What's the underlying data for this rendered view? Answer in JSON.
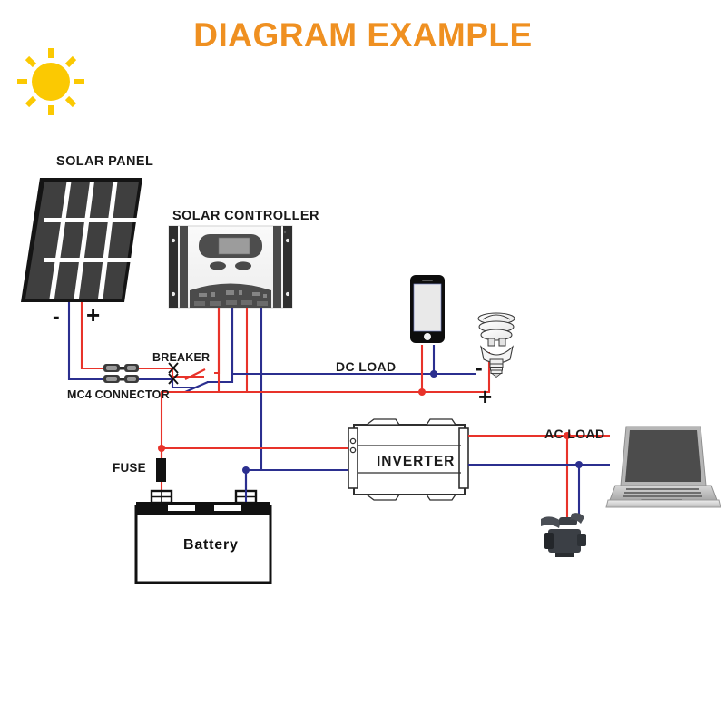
{
  "page": {
    "title": "DIAGRAM EXAMPLE",
    "title_color": "#ef9021",
    "background": "#ffffff"
  },
  "icons": {
    "sun": {
      "name": "sun-icon",
      "color": "#facc15",
      "rays": 8
    }
  },
  "components": [
    {
      "id": "solar-panel",
      "label": "SOLAR PANEL",
      "type": "pv-module",
      "cells_cols": 4,
      "cells_rows": 3,
      "body_color": "#3d3d3d",
      "frame_color": "#111111"
    },
    {
      "id": "solar-controller",
      "label": "SOLAR CONTROLLER",
      "type": "charge-controller",
      "body_color": "#f2f2f2",
      "rail_color": "#3b3b3b",
      "screen_color": "#9a9a9a"
    },
    {
      "id": "breaker",
      "label": "BREAKER",
      "type": "circuit-breaker"
    },
    {
      "id": "mc4",
      "label": "MC4 CONNECTOR",
      "type": "connector-pair"
    },
    {
      "id": "fuse",
      "label": "FUSE",
      "type": "inline-fuse",
      "body_color": "#111111"
    },
    {
      "id": "battery",
      "label": "Battery",
      "type": "lead-acid-battery",
      "body_color": "#ffffff",
      "top_color": "#111111"
    },
    {
      "id": "inverter",
      "label": "INVERTER",
      "type": "dc-ac-inverter",
      "body_color": "#ffffff"
    },
    {
      "id": "dc-load",
      "label": "DC LOAD",
      "type": "load-bus"
    },
    {
      "id": "ac-load",
      "label": "AC LOAD",
      "type": "load-bus"
    },
    {
      "id": "smartphone",
      "label": "",
      "type": "smartphone-device"
    },
    {
      "id": "cfl-bulb",
      "label": "",
      "type": "cfl-lamp-device"
    },
    {
      "id": "laptop",
      "label": "",
      "type": "laptop-device"
    },
    {
      "id": "camcorder",
      "label": "",
      "type": "camcorder-device"
    }
  ],
  "polarity_markers": [
    {
      "id": "panel-negative",
      "symbol": "-",
      "near": "solar-panel"
    },
    {
      "id": "panel-positive",
      "symbol": "+",
      "near": "solar-panel"
    },
    {
      "id": "dc-negative",
      "symbol": "-",
      "near": "dc-load"
    },
    {
      "id": "dc-positive",
      "symbol": "+",
      "near": "dc-load"
    }
  ],
  "wiring": {
    "positive_color": "#e8332a",
    "negative_color": "#2b2f8f",
    "junction_positive_color": "#e8332a",
    "junction_negative_color": "#2b2f8f",
    "legend": "red = positive, blue = negative"
  }
}
